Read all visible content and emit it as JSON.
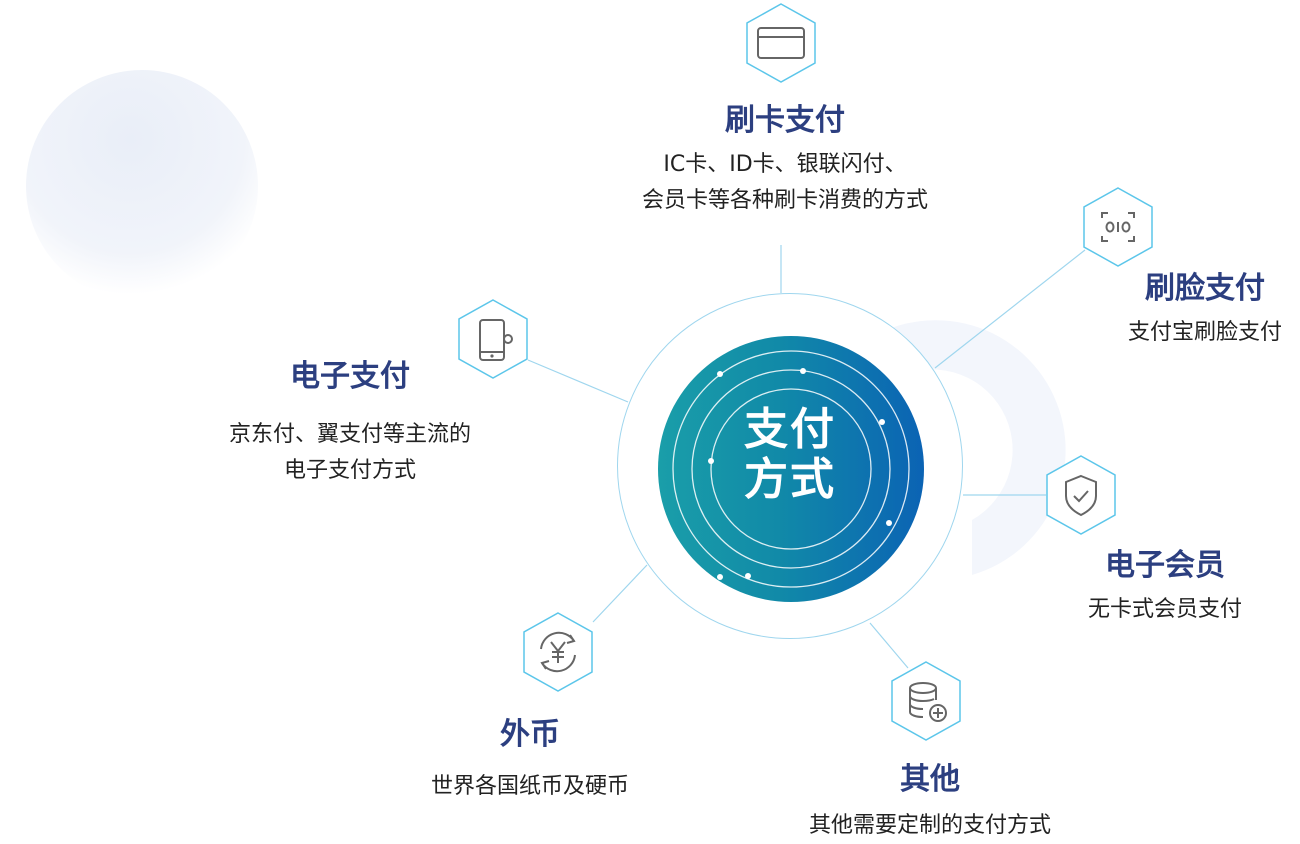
{
  "center": {
    "line1": "支付",
    "line2": "方式"
  },
  "nodes": {
    "card": {
      "title": "刷卡支付",
      "desc1": "IC卡、ID卡、银联闪付、",
      "desc2": "会员卡等各种刷卡消费的方式",
      "icon": "credit-card-icon"
    },
    "face": {
      "title": "刷脸支付",
      "desc1": "支付宝刷脸支付",
      "icon": "face-scan-icon"
    },
    "ewallet": {
      "title": "电子支付",
      "desc1": "京东付、翼支付等主流的",
      "desc2": "电子支付方式",
      "icon": "mobile-settings-icon"
    },
    "member": {
      "title": "电子会员",
      "desc1": "无卡式会员支付",
      "icon": "shield-check-icon"
    },
    "foreign": {
      "title": "外币",
      "desc1": "世界各国纸币及硬币",
      "icon": "yen-exchange-icon"
    },
    "other": {
      "title": "其他",
      "desc1": "其他需要定制的支付方式",
      "icon": "database-add-icon"
    }
  },
  "colors": {
    "title": "#2c3f80",
    "hexStroke": "#5cc6ea",
    "iconStroke": "#666666",
    "discStart": "#1a9ea9",
    "discEnd": "#0b63b4"
  }
}
